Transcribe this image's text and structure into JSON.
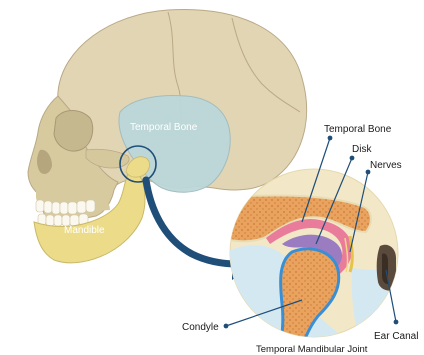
{
  "labels": {
    "temporal_bone_skull": "Temporal Bone",
    "mandible": "Mandible",
    "temporal_bone_detail": "Temporal Bone",
    "disk": "Disk",
    "nerves": "Nerves",
    "condyle": "Condyle",
    "ear_canal": "Ear Canal",
    "caption": "Temporal Mandibular Joint"
  },
  "colors": {
    "bone": "#e3d6b4",
    "temporal_region": "#bcd7d9",
    "mandible": "#ecdc8a",
    "marrow": "#e8a05a",
    "disk": "#9b7cc0",
    "cartilage": "#e87a9a",
    "arrow": "#1f4e79",
    "detail_bg": "#f1e6c4",
    "fluid": "#d4e8f2"
  }
}
